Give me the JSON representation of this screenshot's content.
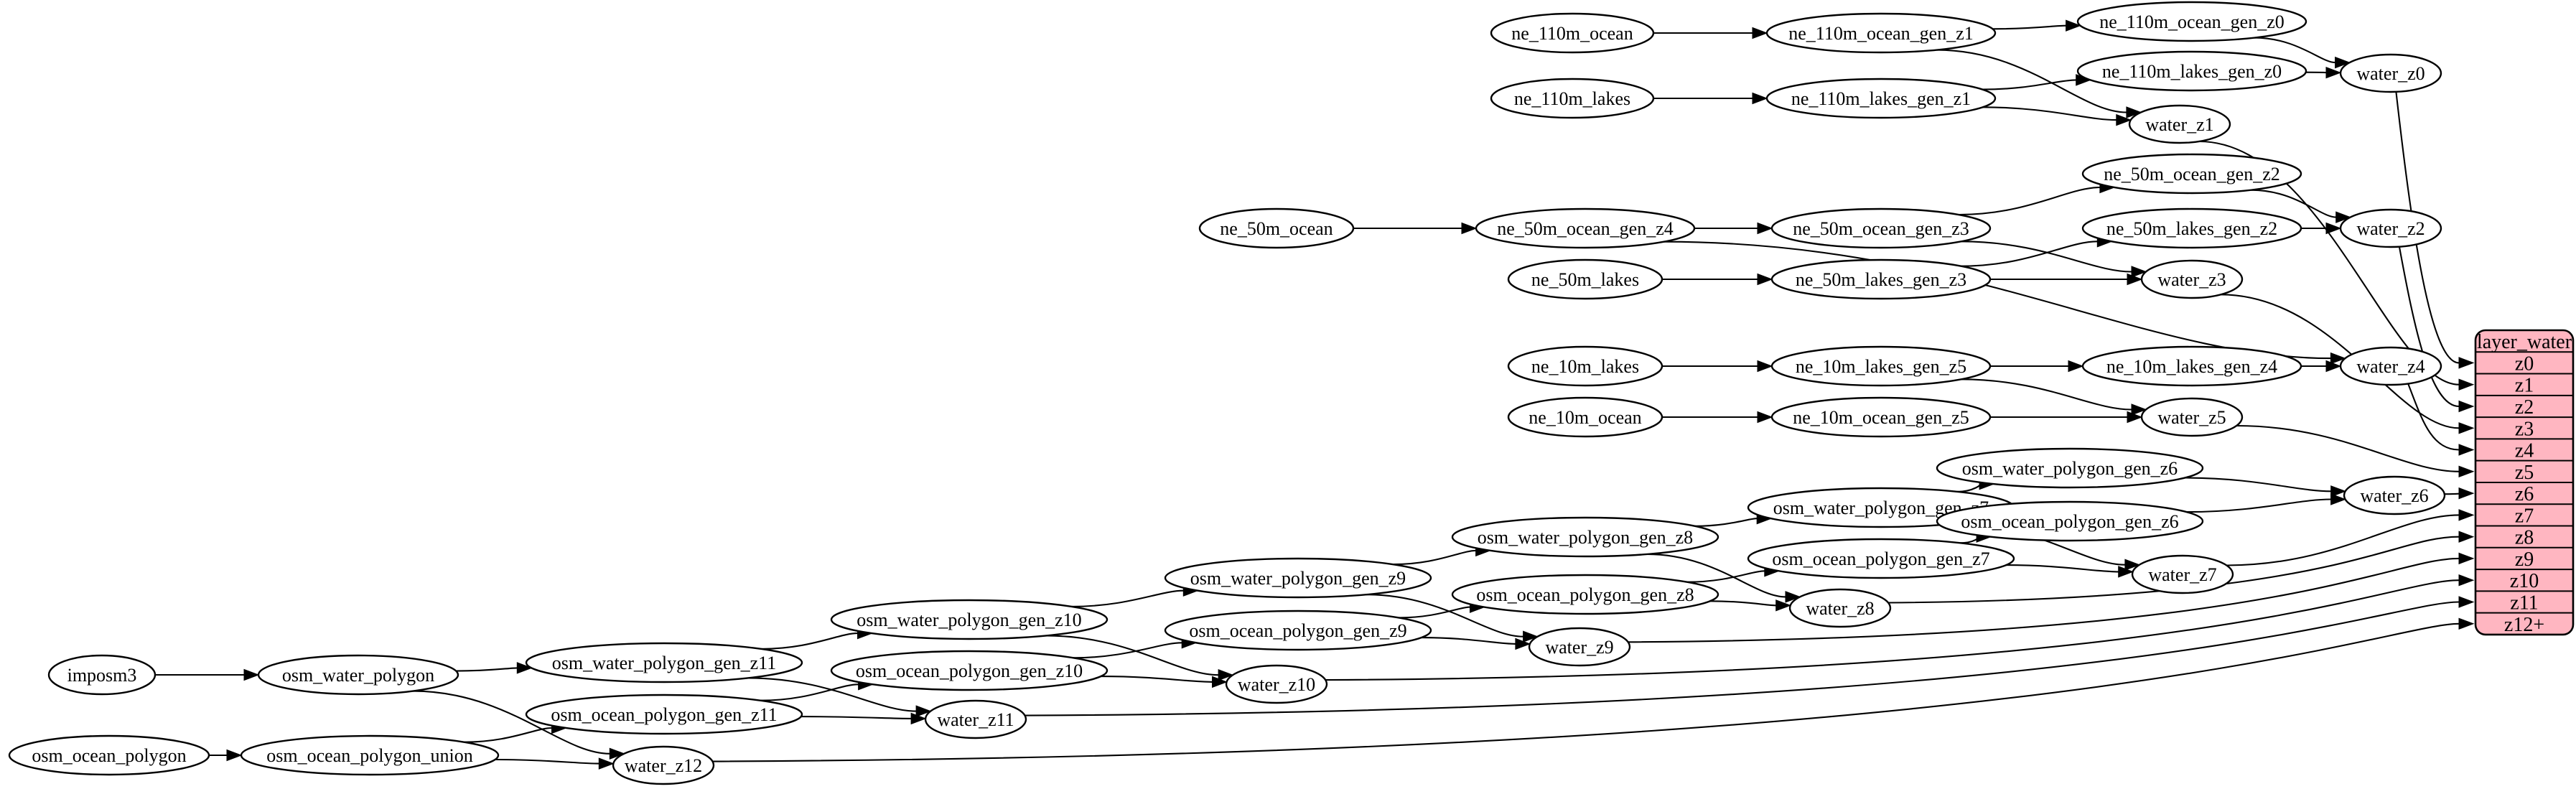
{
  "colors": {
    "background": "#ffffff",
    "node_fill": "#ffffff",
    "node_stroke": "#000000",
    "edge": "#000000",
    "table_fill": "#ffb6c1",
    "table_stroke": "#000000"
  },
  "nodes": [
    {
      "label": "imposm3"
    },
    {
      "label": "osm_water_polygon"
    },
    {
      "label": "osm_ocean_polygon"
    },
    {
      "label": "osm_ocean_polygon_union"
    },
    {
      "label": "osm_water_polygon_gen_z11"
    },
    {
      "label": "osm_ocean_polygon_gen_z11"
    },
    {
      "label": "osm_water_polygon_gen_z10"
    },
    {
      "label": "osm_ocean_polygon_gen_z10"
    },
    {
      "label": "osm_water_polygon_gen_z9"
    },
    {
      "label": "osm_ocean_polygon_gen_z9"
    },
    {
      "label": "osm_water_polygon_gen_z8"
    },
    {
      "label": "osm_ocean_polygon_gen_z8"
    },
    {
      "label": "osm_water_polygon_gen_z7"
    },
    {
      "label": "osm_ocean_polygon_gen_z7"
    },
    {
      "label": "osm_water_polygon_gen_z6"
    },
    {
      "label": "osm_ocean_polygon_gen_z6"
    },
    {
      "label": "water_z12"
    },
    {
      "label": "water_z11"
    },
    {
      "label": "water_z10"
    },
    {
      "label": "water_z9"
    },
    {
      "label": "water_z8"
    },
    {
      "label": "water_z7"
    },
    {
      "label": "water_z6"
    },
    {
      "label": "ne_110m_ocean"
    },
    {
      "label": "ne_110m_ocean_gen_z1"
    },
    {
      "label": "ne_110m_ocean_gen_z0"
    },
    {
      "label": "ne_110m_lakes"
    },
    {
      "label": "ne_110m_lakes_gen_z1"
    },
    {
      "label": "ne_110m_lakes_gen_z0"
    },
    {
      "label": "water_z0"
    },
    {
      "label": "water_z1"
    },
    {
      "label": "ne_50m_ocean"
    },
    {
      "label": "ne_50m_ocean_gen_z4"
    },
    {
      "label": "ne_50m_ocean_gen_z3"
    },
    {
      "label": "ne_50m_ocean_gen_z2"
    },
    {
      "label": "ne_50m_lakes"
    },
    {
      "label": "ne_50m_lakes_gen_z3"
    },
    {
      "label": "ne_50m_lakes_gen_z2"
    },
    {
      "label": "water_z2"
    },
    {
      "label": "water_z3"
    },
    {
      "label": "ne_10m_lakes"
    },
    {
      "label": "ne_10m_lakes_gen_z5"
    },
    {
      "label": "ne_10m_lakes_gen_z4"
    },
    {
      "label": "ne_10m_ocean"
    },
    {
      "label": "ne_10m_ocean_gen_z5"
    },
    {
      "label": "water_z4"
    },
    {
      "label": "water_z5"
    }
  ],
  "edges": [
    {
      "from": "ne_110m_ocean",
      "to": "ne_110m_ocean_gen_z1"
    },
    {
      "from": "ne_110m_ocean_gen_z1",
      "to": "ne_110m_ocean_gen_z0"
    },
    {
      "from": "ne_110m_ocean_gen_z1",
      "to": "water_z1"
    },
    {
      "from": "ne_110m_ocean_gen_z0",
      "to": "water_z0"
    },
    {
      "from": "ne_110m_lakes",
      "to": "ne_110m_lakes_gen_z1"
    },
    {
      "from": "ne_110m_lakes_gen_z1",
      "to": "ne_110m_lakes_gen_z0"
    },
    {
      "from": "ne_110m_lakes_gen_z1",
      "to": "water_z1"
    },
    {
      "from": "ne_110m_lakes_gen_z0",
      "to": "water_z0"
    },
    {
      "from": "ne_50m_ocean",
      "to": "ne_50m_ocean_gen_z4"
    },
    {
      "from": "ne_50m_ocean_gen_z4",
      "to": "ne_50m_ocean_gen_z3"
    },
    {
      "from": "ne_50m_ocean_gen_z4",
      "to": "water_z4"
    },
    {
      "from": "ne_50m_ocean_gen_z3",
      "to": "ne_50m_ocean_gen_z2"
    },
    {
      "from": "ne_50m_ocean_gen_z3",
      "to": "water_z3"
    },
    {
      "from": "ne_50m_ocean_gen_z2",
      "to": "water_z2"
    },
    {
      "from": "ne_50m_lakes",
      "to": "ne_50m_lakes_gen_z3"
    },
    {
      "from": "ne_50m_lakes_gen_z3",
      "to": "ne_50m_lakes_gen_z2"
    },
    {
      "from": "ne_50m_lakes_gen_z3",
      "to": "water_z3"
    },
    {
      "from": "ne_50m_lakes_gen_z2",
      "to": "water_z2"
    },
    {
      "from": "ne_10m_lakes",
      "to": "ne_10m_lakes_gen_z5"
    },
    {
      "from": "ne_10m_lakes_gen_z5",
      "to": "ne_10m_lakes_gen_z4"
    },
    {
      "from": "ne_10m_lakes_gen_z5",
      "to": "water_z5"
    },
    {
      "from": "ne_10m_lakes_gen_z4",
      "to": "water_z4"
    },
    {
      "from": "ne_10m_ocean",
      "to": "ne_10m_ocean_gen_z5"
    },
    {
      "from": "ne_10m_ocean_gen_z5",
      "to": "water_z5"
    },
    {
      "from": "imposm3",
      "to": "osm_water_polygon"
    },
    {
      "from": "osm_water_polygon",
      "to": "osm_water_polygon_gen_z11"
    },
    {
      "from": "osm_water_polygon",
      "to": "water_z12"
    },
    {
      "from": "osm_ocean_polygon",
      "to": "osm_ocean_polygon_union"
    },
    {
      "from": "osm_ocean_polygon_union",
      "to": "osm_ocean_polygon_gen_z11"
    },
    {
      "from": "osm_ocean_polygon_union",
      "to": "water_z12"
    },
    {
      "from": "osm_water_polygon_gen_z11",
      "to": "osm_water_polygon_gen_z10"
    },
    {
      "from": "osm_water_polygon_gen_z11",
      "to": "water_z11"
    },
    {
      "from": "osm_ocean_polygon_gen_z11",
      "to": "osm_ocean_polygon_gen_z10"
    },
    {
      "from": "osm_ocean_polygon_gen_z11",
      "to": "water_z11"
    },
    {
      "from": "osm_water_polygon_gen_z10",
      "to": "osm_water_polygon_gen_z9"
    },
    {
      "from": "osm_water_polygon_gen_z10",
      "to": "water_z10"
    },
    {
      "from": "osm_ocean_polygon_gen_z10",
      "to": "osm_ocean_polygon_gen_z9"
    },
    {
      "from": "osm_ocean_polygon_gen_z10",
      "to": "water_z10"
    },
    {
      "from": "osm_water_polygon_gen_z9",
      "to": "osm_water_polygon_gen_z8"
    },
    {
      "from": "osm_water_polygon_gen_z9",
      "to": "water_z9"
    },
    {
      "from": "osm_ocean_polygon_gen_z9",
      "to": "osm_ocean_polygon_gen_z8"
    },
    {
      "from": "osm_ocean_polygon_gen_z9",
      "to": "water_z9"
    },
    {
      "from": "osm_water_polygon_gen_z8",
      "to": "osm_water_polygon_gen_z7"
    },
    {
      "from": "osm_water_polygon_gen_z8",
      "to": "water_z8"
    },
    {
      "from": "osm_ocean_polygon_gen_z8",
      "to": "osm_ocean_polygon_gen_z7"
    },
    {
      "from": "osm_ocean_polygon_gen_z8",
      "to": "water_z8"
    },
    {
      "from": "osm_water_polygon_gen_z7",
      "to": "osm_water_polygon_gen_z6"
    },
    {
      "from": "osm_water_polygon_gen_z7",
      "to": "water_z7"
    },
    {
      "from": "osm_ocean_polygon_gen_z7",
      "to": "osm_ocean_polygon_gen_z6"
    },
    {
      "from": "osm_ocean_polygon_gen_z7",
      "to": "water_z7"
    },
    {
      "from": "osm_water_polygon_gen_z6",
      "to": "water_z6"
    },
    {
      "from": "osm_ocean_polygon_gen_z6",
      "to": "water_z6"
    },
    {
      "from": "water_z0",
      "to": "layer_water.z0"
    },
    {
      "from": "water_z1",
      "to": "layer_water.z1"
    },
    {
      "from": "water_z2",
      "to": "layer_water.z2"
    },
    {
      "from": "water_z3",
      "to": "layer_water.z3"
    },
    {
      "from": "water_z4",
      "to": "layer_water.z4"
    },
    {
      "from": "water_z5",
      "to": "layer_water.z5"
    },
    {
      "from": "water_z6",
      "to": "layer_water.z6"
    },
    {
      "from": "water_z7",
      "to": "layer_water.z7"
    },
    {
      "from": "water_z8",
      "to": "layer_water.z8"
    },
    {
      "from": "water_z9",
      "to": "layer_water.z9"
    },
    {
      "from": "water_z10",
      "to": "layer_water.z10"
    },
    {
      "from": "water_z11",
      "to": "layer_water.z11"
    },
    {
      "from": "water_z12",
      "to": "layer_water.z12+"
    }
  ],
  "table": {
    "header": "layer_water",
    "rows": [
      {
        "label": "z0"
      },
      {
        "label": "z1"
      },
      {
        "label": "z2"
      },
      {
        "label": "z3"
      },
      {
        "label": "z4"
      },
      {
        "label": "z5"
      },
      {
        "label": "z6"
      },
      {
        "label": "z7"
      },
      {
        "label": "z8"
      },
      {
        "label": "z9"
      },
      {
        "label": "z10"
      },
      {
        "label": "z11"
      },
      {
        "label": "z12+"
      }
    ]
  }
}
